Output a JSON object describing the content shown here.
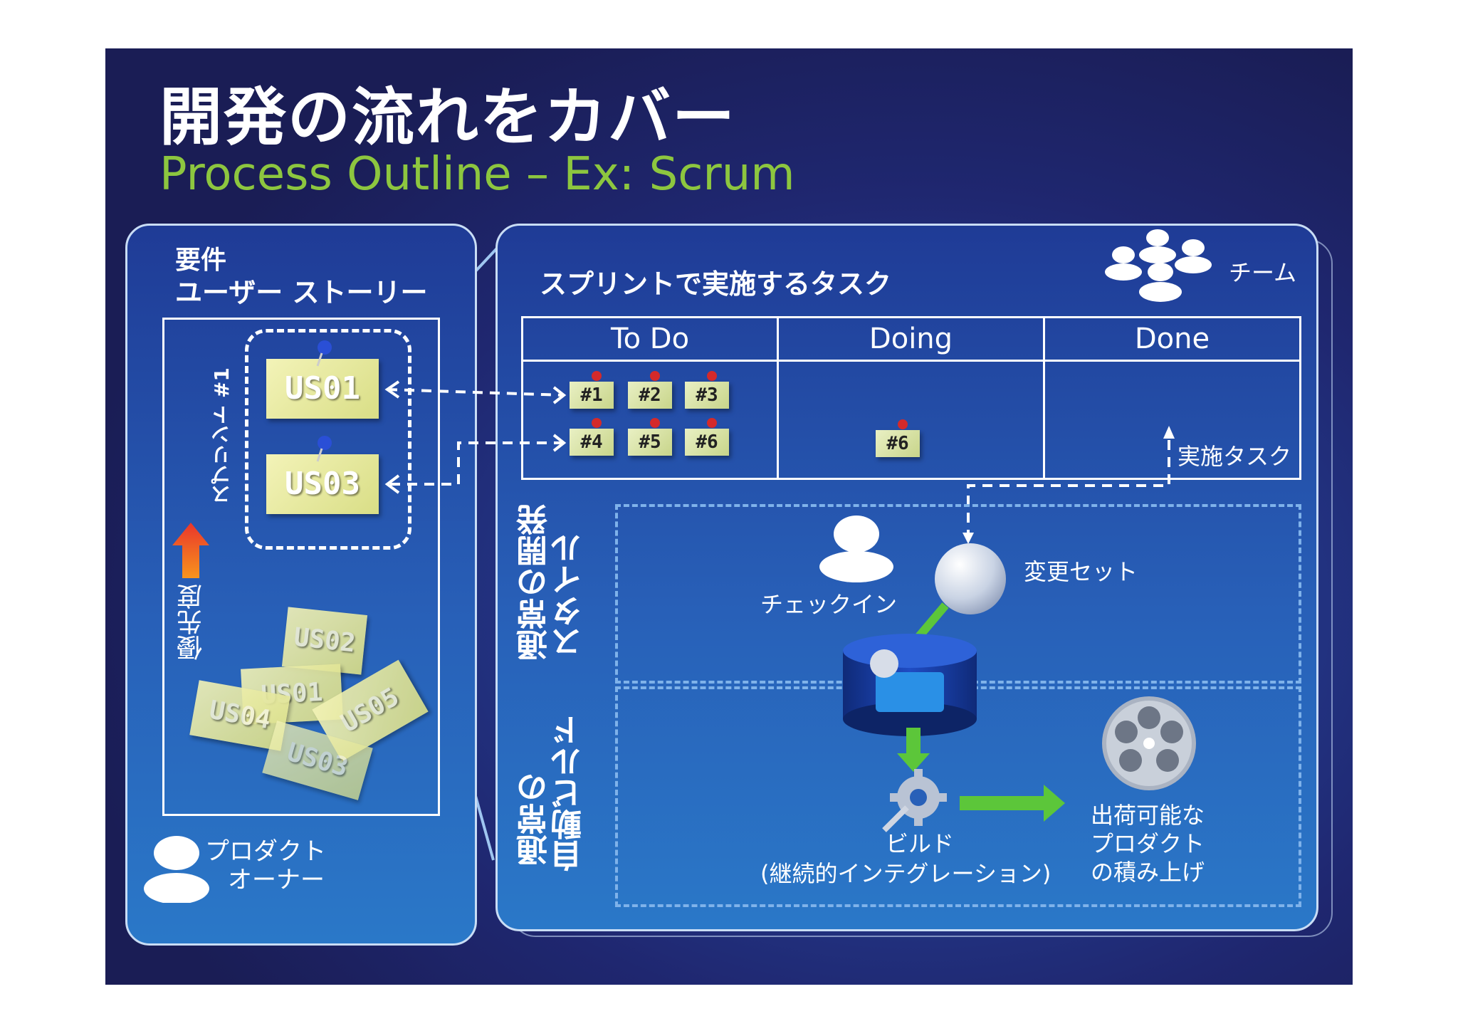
{
  "slide": {
    "title": "開発の流れをカバー",
    "subtitle": "Process Outline – Ex: Scrum"
  },
  "requirements": {
    "heading_line1": "要件",
    "heading_line2": "ユーザー ストーリー",
    "sprint_label": "スプリント #1",
    "priority_label": "優先度",
    "sprint_stories": [
      "US01",
      "US03"
    ],
    "backlog_stories": [
      "US02",
      "US01",
      "US04",
      "US05",
      "US03"
    ],
    "owner_line1": "プロダクト",
    "owner_line2": "オーナー"
  },
  "sprint": {
    "heading": "スプリントで実施するタスク",
    "team_label": "チーム",
    "columns": [
      "To Do",
      "Doing",
      "Done"
    ],
    "todo_row1": [
      "#1",
      "#2",
      "#3"
    ],
    "todo_row2": [
      "#4",
      "#5",
      "#6"
    ],
    "doing": [
      "#6"
    ],
    "done_label": "実施タスク"
  },
  "dev_style": {
    "label_line1": "通常の開発",
    "label_line2": "スタイル",
    "checkin_label": "チェックイン",
    "changeset_label": "変更セット"
  },
  "auto_build": {
    "label_line1": "通常の",
    "label_line2": "自動ビルド",
    "build_line1": "ビルド",
    "build_line2": "(継続的インテグレーション)",
    "product_line1": "出荷可能な",
    "product_line2": "プロダクト",
    "product_line3": "の積み上げ"
  },
  "colors": {
    "subtitle": "#8dc63f",
    "arrow_green": "#5cc63a",
    "arrow_priority": "#f36c21",
    "note_yellow": "#e6e89c"
  }
}
